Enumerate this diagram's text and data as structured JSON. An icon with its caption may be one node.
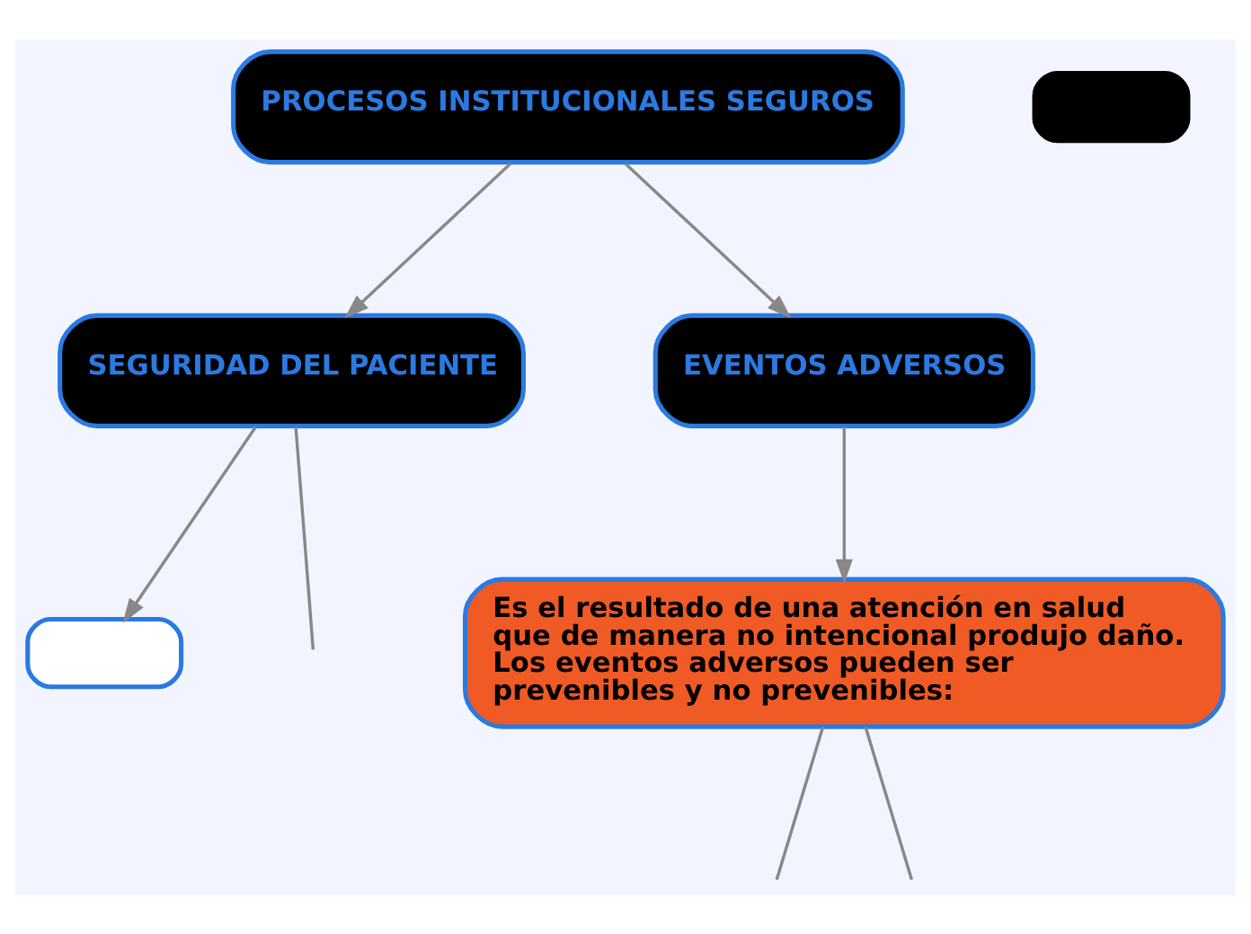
{
  "diagram": {
    "nodes": [
      {
        "text": [
          "PROCESOS INSTITUCIONALES SEGUROS"
        ]
      },
      {
        "text": [
          "SEGURIDAD DEL PACIENTE"
        ]
      },
      {
        "text": [
          "EVENTOS ADVERSOS"
        ]
      },
      {
        "text": [
          "Es el resultado de una atención en salud que de manera no intencional produjo daño. Los eventos adversos pueden ser prevenibles y no prevenibles:"
        ]
      },
      {
        "text": [],
        "shape": "box"
      },
      {
        "text": [],
        "shape": "box"
      }
    ],
    "edges": [
      {
        "from": 0,
        "to": 1,
        "arrow": "to"
      },
      {
        "from": 0,
        "to": 2,
        "arrow": "to"
      },
      {
        "from": 1,
        "to": null,
        "arrow": "none"
      },
      {
        "from": 1,
        "to": 5,
        "arrow": "to"
      },
      {
        "from": 2,
        "to": 3,
        "arrow": "to"
      },
      {
        "from": 3,
        "to": null,
        "arrow": "none"
      },
      {
        "from": 3,
        "to": null,
        "arrow": "none"
      }
    ]
  }
}
